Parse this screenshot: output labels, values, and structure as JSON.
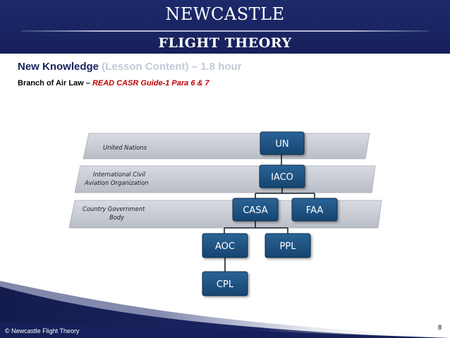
{
  "banner": {
    "title": "NEWCASTLE",
    "subtitle": "FLIGHT THEORY"
  },
  "heading": {
    "main": "New Knowledge",
    "detail": "(Lesson Content) – 1.8 hour"
  },
  "subheading": {
    "prefix": "Branch of Air Law – ",
    "reference": "READ CASR Guide-1 Para 6 & 7"
  },
  "diagram": {
    "levels": [
      {
        "label_lines": [
          "United Nations"
        ]
      },
      {
        "label_lines": [
          "International Civil",
          "Aviation Organization"
        ]
      },
      {
        "label_lines": [
          "Country Government",
          "Body"
        ]
      }
    ],
    "nodes": {
      "un": "UN",
      "iaco": "IACO",
      "casa": "CASA",
      "faa": "FAA",
      "aoc": "AOC",
      "ppl": "PPL",
      "cpl": "CPL"
    },
    "colors": {
      "node_fill": "#1a4e7e",
      "node_stroke": "#0f2f4d",
      "band_fill": "#c9ccd3",
      "connector": "#14222e"
    }
  },
  "footer": {
    "copyright": "© Newcastle Flight Theory",
    "page_number": "8"
  }
}
